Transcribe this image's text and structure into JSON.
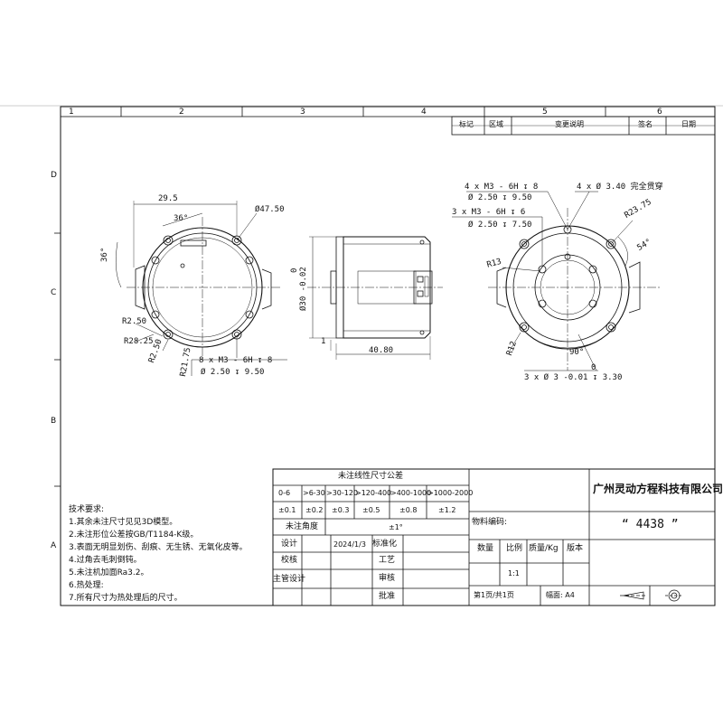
{
  "border": {
    "col_labels": [
      "1",
      "2",
      "3",
      "4",
      "5",
      "6"
    ],
    "row_labels": [
      "D",
      "C",
      "B",
      "A"
    ]
  },
  "revision_header": [
    "标记",
    "区域",
    "变更说明",
    "签名",
    "日期"
  ],
  "front_view": {
    "dim_width": "29.5",
    "dim_angle_top": "36°",
    "dim_angle_left": "36°",
    "dim_bolt_circle": "Ø47.50",
    "r_2_50_a": "R2.50",
    "r_28_25": "R28.25",
    "r_2_50_b": "R2.50",
    "r_21_75": "R21.75",
    "thread_note": "8 x M3 - 6H ↧ 8",
    "drill_note": "Ø 2.50 ↧ 9.50"
  },
  "side_view": {
    "dim_shaft_dia": "Ø30 -0.02",
    "dim_shaft_zero": "0",
    "dim_step": "1",
    "dim_length": "40.80"
  },
  "rear_view": {
    "note_1": "4 x M3 - 6H ↧ 8",
    "note_2": "4 x Ø 3.40 完全贯穿",
    "note_3": "Ø 2.50 ↧ 9.50",
    "note_4": "3 x M3 - 6H ↧ 6",
    "note_5": "Ø 2.50 ↧ 7.50",
    "r_23_75": "R23.75",
    "angle_54": "54°",
    "r_13": "R13",
    "r_12": "R12",
    "angle_90": "90°",
    "note_bottom": "3 x Ø 3 -0.01 ↧ 3.30",
    "note_bottom_zero": "0"
  },
  "tolerance_table": {
    "title": "未注线性尺寸公差",
    "ranges": [
      "0-6",
      ">6-30",
      ">30-120",
      ">120-400",
      ">400-1000",
      ">1000-2000"
    ],
    "values": [
      "±0.1",
      "±0.2",
      "±0.3",
      "±0.5",
      "±0.8",
      "±1.2"
    ],
    "angle_label": "未注角度",
    "angle_value": "±1°"
  },
  "approval": {
    "design_label": "设计",
    "design_date": "2024/1/3",
    "standard_label": "标准化",
    "check_label": "校核",
    "process_label": "工艺",
    "chief_label": "主管设计",
    "review_label": "审核",
    "approve_label": "批准"
  },
  "title_block": {
    "company": "广州灵动方程科技有限公司",
    "material_code_label": "物料编码:",
    "part_name": "“ 4438 ”",
    "qty_label": "数量",
    "scale_label": "比例",
    "mass_label": "质量/Kg",
    "version_label": "版本",
    "scale_value": "1:1",
    "sheet_info": "第1页/共1页",
    "format": "幅面: A4"
  },
  "tech_requirements": {
    "title": "技术要求:",
    "items": [
      "1.其余未注尺寸见见3D模型。",
      "2.未注形位公差按GB/T1184-K级。",
      "3.表面无明显划伤、刮痕、无生锈、无氧化皮等。",
      "4.过角去毛刺倒钝。",
      "5.未注机加面Ra3.2。",
      "6.热处理:",
      "7.所有尺寸为热处理后的尺寸。"
    ]
  }
}
